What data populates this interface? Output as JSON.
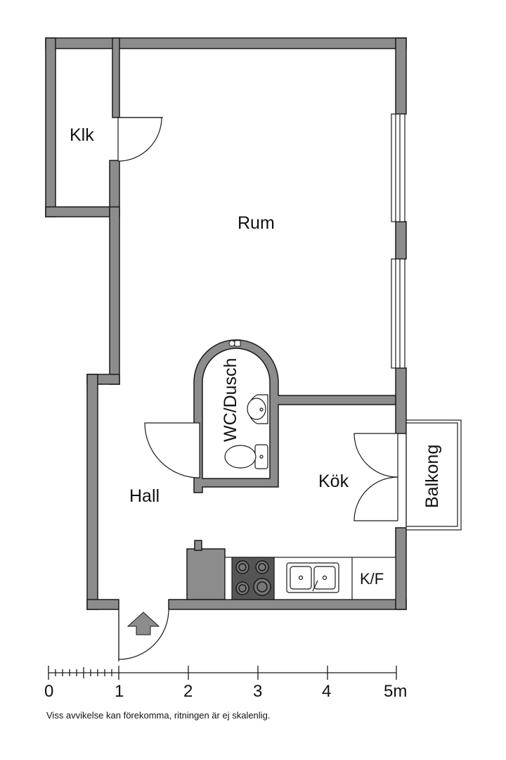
{
  "rooms": {
    "klk": "Klk",
    "rum": "Rum",
    "wc": "WC/Dusch",
    "hall": "Hall",
    "kok": "Kök",
    "balkong": "Balkong"
  },
  "appliances": {
    "fridge_freezer": "K/F"
  },
  "scale": {
    "labels": [
      "0",
      "1",
      "2",
      "3",
      "4",
      "5m"
    ]
  },
  "disclaimer": "Viss avvikelse kan förekomma, ritningen är ej skalenlig.",
  "colors": {
    "wall": "#8c8c8c",
    "outline": "#1a1a1a",
    "stove": "#555555"
  },
  "icons": [
    "entrance-arrow-icon",
    "sink-icon",
    "toilet-icon",
    "shower-icon",
    "stove-icon",
    "kitchen-sink-icon"
  ]
}
